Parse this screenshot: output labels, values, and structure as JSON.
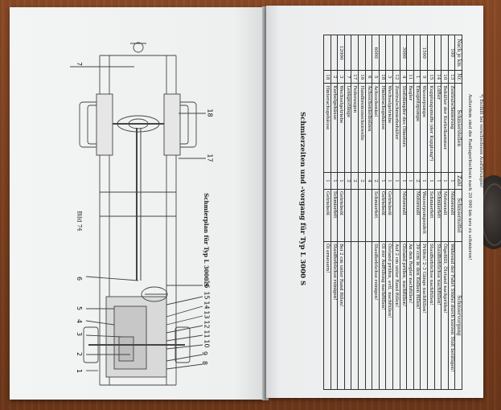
{
  "left_page": {
    "caption": "Bild 74",
    "diagram_title": "Schmierplan für Typ L 3000 S",
    "callouts_left": [
      "1",
      "2",
      "3",
      "4",
      "5",
      "6",
      "7"
    ],
    "callouts_bottom": [
      "8",
      "9",
      "10",
      "11",
      "12",
      "13",
      "14",
      "15",
      "16"
    ],
    "callouts_right": [
      "17",
      "18"
    ]
  },
  "right_page": {
    "title": "Schmierzeiten und -vorgang für Typ L 3000 S",
    "headers": [
      "Nach je km",
      "Nr.",
      "Schmierstellen",
      "Zahl",
      "Schmiermittel",
      "Schmiervorgang"
    ],
    "rows": [
      [
        "100",
        "13",
        "Zentralschmierung",
        "1",
        "Motorenöl",
        "Während der Fahrt Stößel durch kurzen Stoß betätigen!"
      ],
      [
        "",
        "10",
        "Behälter der Kurbelkammer",
        "1",
        "Motorenöl",
        "Ölgefüllt, Ölstand nachprüfen!"
      ],
      [
        "",
        "14",
        "Lüfter",
        "1",
        "Schmierfett",
        "Staufferbüchse nachfüllen!"
      ],
      [
        "",
        "15",
        "Kupplungsmuffe (der Kupplung*)",
        "1",
        "Schmierfett",
        "Staufferbüchse nachfüllen!"
      ],
      [
        "1500",
        "9",
        "Wasserpumpe",
        "1",
        "Wasserpumpenfett",
        "Prüfen! 2–3 Gänge nachfüllen!"
      ],
      [
        "",
        "1",
        "Einspritzpumpe",
        "2",
        "Motorenöl",
        "30 ccm in den Kolben füllen!"
      ],
      [
        "",
        "11",
        "Regler",
        "1",
        "",
        "An den Regler nachfüllen!"
      ],
      [
        "3000",
        "4",
        "Stoßdämpfer des Ölmotors",
        "1",
        "Motorenöl",
        "Ölstand prüfen, nachfüllen!"
      ],
      [
        "",
        "12",
        "Zentralschmierbehälter",
        "1",
        "",
        "Auf 2 cm unter Rand füllen!"
      ],
      [
        "",
        "3",
        "Wechselgetriebe",
        "1",
        "Getriebeöl",
        "Ölstand prüfen, evtl. nachfüllen!"
      ],
      [
        "",
        "18",
        "Hinterachsgehäuse",
        "1",
        "Getriebeöl",
        "Öl zur Auffüllung nachfüllen!"
      ],
      [
        "6000",
        "5",
        "Achsschenkel",
        "2",
        "Schmierfett",
        "Staufferbüchse reinigen!"
      ],
      [
        "",
        "6",
        "Achsschenkelbolzen",
        "4",
        "",
        ""
      ],
      [
        "",
        "16",
        "Handbremsnockenwelle",
        "2",
        "",
        ""
      ],
      [
        "",
        "17",
        "Federaugen",
        "2",
        "",
        ""
      ],
      [
        "",
        "7",
        "Lenkgestänge",
        "2",
        "",
        ""
      ],
      [
        "12000",
        "3",
        "Wechselgetriebe",
        "1",
        "Getriebeöl",
        "Bei 2 cm unter Rand füllen!"
      ],
      [
        "",
        "2",
        "Kurbelgehäuse",
        "1",
        "Schmierfett",
        "Staufferbüchse reinigen!"
      ],
      [
        "",
        "18",
        "Hinterachsgehäuse",
        "1",
        "Getriebeöl",
        "Öl erneuern!"
      ]
    ],
    "footer_1": "Außerdem sind die Radlagerbuchsen nach 20 000 km neu zu schmieren!",
    "footer_2": "*) Entfällt bei verschiedenen Ausführungen!"
  }
}
